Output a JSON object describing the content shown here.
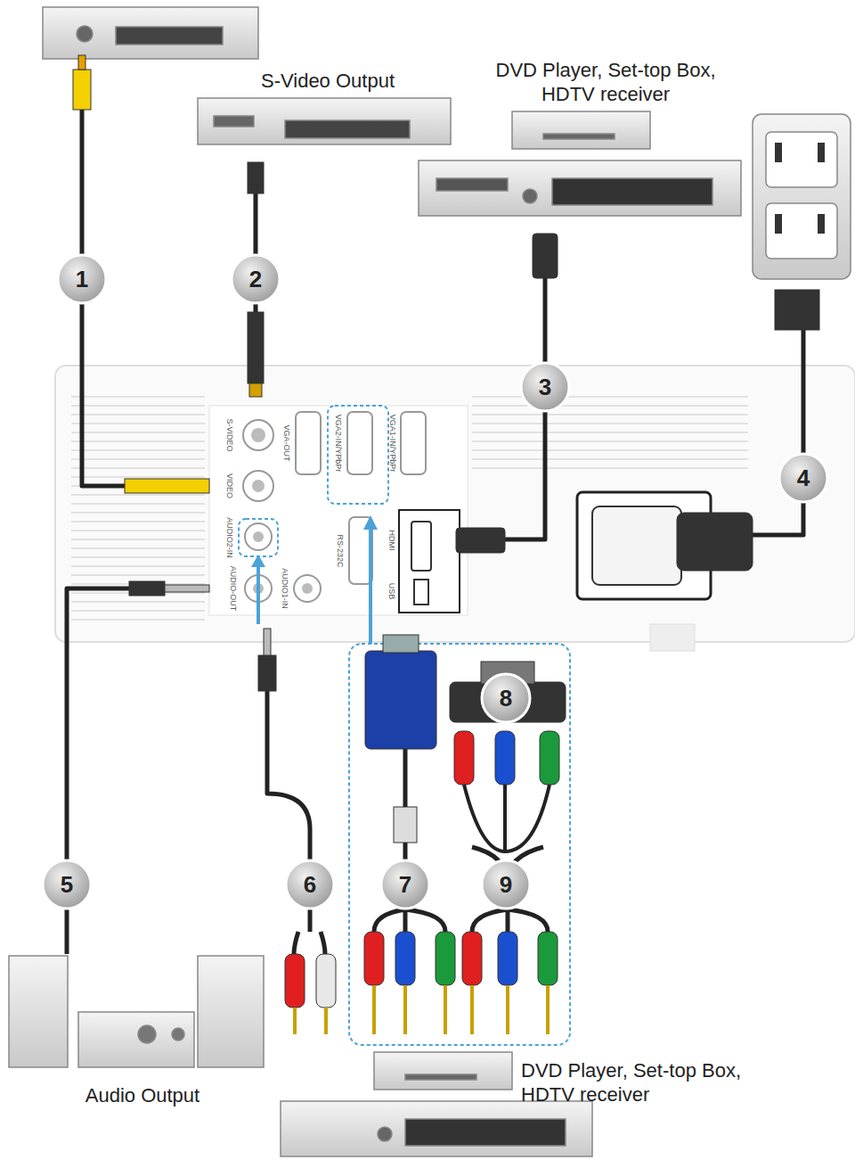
{
  "diagram": {
    "labels": [
      "S-Video Output",
      "DVD Player, Set-top Box, HDTV receiver",
      "1",
      "2",
      "3",
      "4",
      "5",
      "6",
      "7",
      "8",
      "9",
      "S-VIDEO",
      "VIDEO",
      "AUDIO2-IN",
      "AUDIO-OUT",
      "AUDIO1-IN",
      "VGA-OUT",
      "VGA2-IN/YPbPr",
      "VGA1-IN/YPbPr",
      "RS-232C",
      "HDMI",
      "USB",
      "DVD Player, Set-top Box, HDTV receiver",
      "Audio Output"
    ]
  }
}
